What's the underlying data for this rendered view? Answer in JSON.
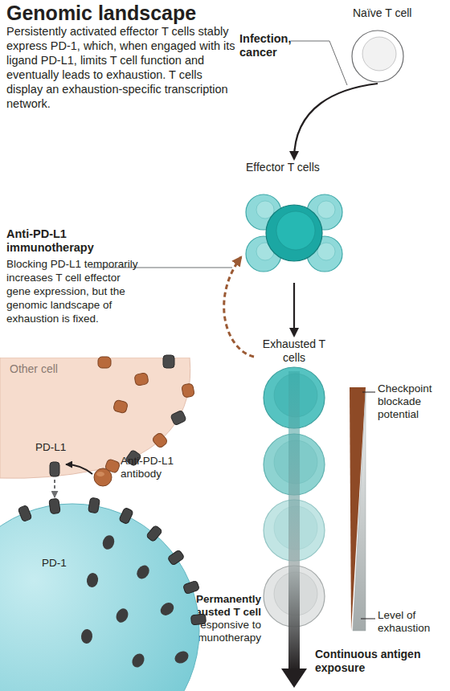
{
  "diagram": {
    "title": "Genomic landscape",
    "nodes": [
      {
        "text": [
          "Naïve T cell"
        ]
      },
      {
        "text": [
          "Effector T cells"
        ]
      },
      {
        "text": [
          "Exhausted T cells"
        ]
      },
      {
        "text": [
          "Permanently exhausted T cell",
          "Nonresponsive to immunotherapy"
        ]
      },
      {
        "text": [
          "Other cell",
          "PD-L1"
        ]
      },
      {
        "text": [
          "PD-1"
        ]
      }
    ],
    "edges": [
      {
        "from": 0,
        "to": 1,
        "arrow": "to",
        "label": "Infection, cancer"
      },
      {
        "from": 1,
        "to": 2,
        "arrow": "to"
      },
      {
        "from": 2,
        "to": 1,
        "arrow": "to"
      }
    ],
    "labels": [
      "Persistently activated effector T cells stably express PD-1, which, when engaged with its ligand PD-L1, limits T cell function and eventually leads to exhaustion. T cells display an exhaustion-specific transcription network.",
      "Anti-PD-L1 immunotherapy",
      "Blocking PD-L1 temporarily increases T cell effector gene expression, but the genomic landscape of exhaustion is fixed.",
      "Anti-PD-L1 antibody",
      "Checkpoint blockade potential",
      "Level of exhaustion",
      "Continuous antigen exposure"
    ]
  }
}
